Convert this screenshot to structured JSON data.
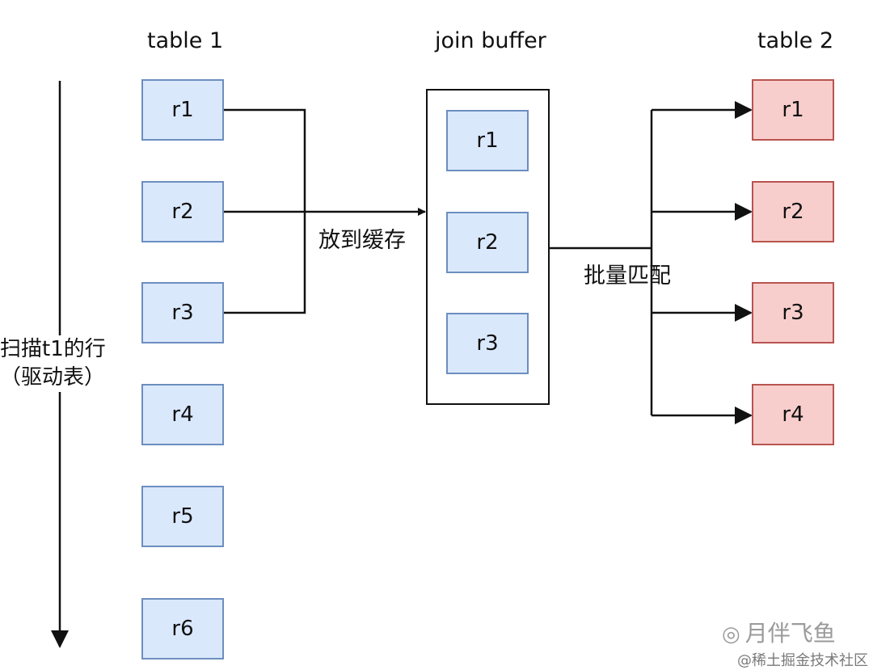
{
  "tables": {
    "table1": {
      "title": "table 1",
      "rows": [
        "r1",
        "r2",
        "r3",
        "r4",
        "r5",
        "r6"
      ]
    },
    "buffer": {
      "title": "join buffer",
      "rows": [
        "r1",
        "r2",
        "r3"
      ]
    },
    "table2": {
      "title": "table 2",
      "rows": [
        "r1",
        "r2",
        "r3",
        "r4"
      ]
    }
  },
  "labels": {
    "to_cache": "放到缓存",
    "batch_match": "批量匹配",
    "scan_line1": "扫描t1的行",
    "scan_line2": "（驱动表）"
  },
  "watermark": {
    "account": "月伴飞鱼",
    "site": "@稀土掘金技术社区"
  },
  "colors": {
    "blue_fill": "#dae8fc",
    "blue_stroke": "#6c8ebf",
    "red_fill": "#f8cecc",
    "red_stroke": "#b85450",
    "line": "#111111"
  }
}
